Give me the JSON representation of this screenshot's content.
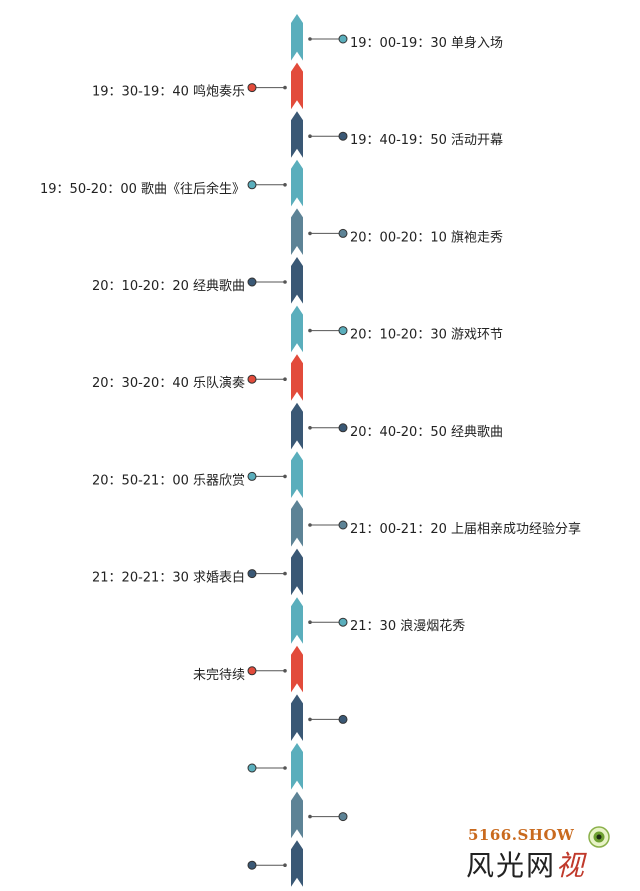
{
  "colors": {
    "teal": "#5aaebc",
    "slate": "#5d8396",
    "navy": "#3a5875",
    "red": "#e24b3b",
    "line": "#555555"
  },
  "events": [
    {
      "label": "19：00-19：30 单身入场",
      "color": "teal",
      "dot": "teal"
    },
    {
      "label": "19：30-19：40 鸣炮奏乐",
      "color": "red",
      "dot": "red"
    },
    {
      "label": "19：40-19：50 活动开幕",
      "color": "navy",
      "dot": "navy"
    },
    {
      "label": "19：50-20：00 歌曲《往后余生》",
      "color": "teal",
      "dot": "teal"
    },
    {
      "label": "20：00-20：10 旗袍走秀",
      "color": "slate",
      "dot": "slate"
    },
    {
      "label": "20：10-20：20  经典歌曲",
      "color": "navy",
      "dot": "navy"
    },
    {
      "label": "20：10-20：30 游戏环节",
      "color": "teal",
      "dot": "teal"
    },
    {
      "label": "20：30-20：40 乐队演奏",
      "color": "red",
      "dot": "red"
    },
    {
      "label": "20：40-20：50 经典歌曲",
      "color": "navy",
      "dot": "navy"
    },
    {
      "label": "20：50-21：00 乐器欣赏",
      "color": "teal",
      "dot": "teal"
    },
    {
      "label": "21：00-21：20 上届相亲成功经验分享",
      "color": "slate",
      "dot": "slate"
    },
    {
      "label": "21：20-21：30 求婚表白",
      "color": "navy",
      "dot": "navy"
    },
    {
      "label": "21：30  浪漫烟花秀",
      "color": "teal",
      "dot": "teal"
    },
    {
      "label": "未完待续",
      "color": "red",
      "dot": "red"
    },
    {
      "label": "",
      "color": "navy",
      "dot": "navy"
    },
    {
      "label": "",
      "color": "teal",
      "dot": "teal"
    },
    {
      "label": "",
      "color": "slate",
      "dot": "slate"
    },
    {
      "label": "",
      "color": "navy",
      "dot": "navy"
    }
  ],
  "watermark": {
    "site": "5166.SHOW",
    "brand": "风光网",
    "brand_char": "视"
  }
}
